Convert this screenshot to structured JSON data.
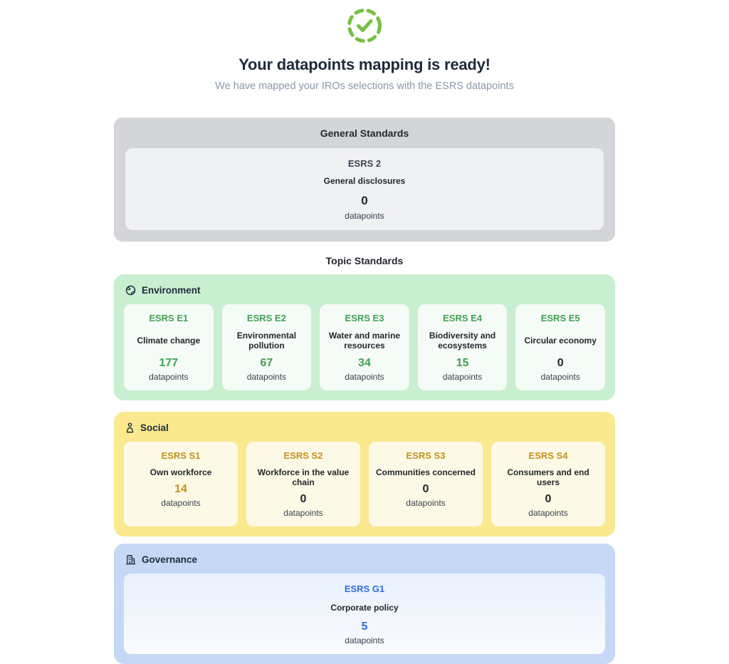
{
  "header": {
    "title": "Your datapoints mapping is ready!",
    "subtitle": "We have mapped your IROs selections with the ESRS datapoints"
  },
  "general": {
    "title": "General Standards",
    "card": {
      "code": "ESRS 2",
      "name": "General disclosures",
      "count": "0",
      "unit": "datapoints"
    }
  },
  "topic": {
    "title": "Topic Standards",
    "sections": [
      {
        "label": "Environment",
        "icon": "globe-icon",
        "cards": [
          {
            "code": "ESRS E1",
            "name": "Climate change",
            "count": "177",
            "unit": "datapoints"
          },
          {
            "code": "ESRS E2",
            "name": "Environmental pollution",
            "count": "67",
            "unit": "datapoints"
          },
          {
            "code": "ESRS E3",
            "name": "Water and marine resources",
            "count": "34",
            "unit": "datapoints"
          },
          {
            "code": "ESRS E4",
            "name": "Biodiversity and ecosystems",
            "count": "15",
            "unit": "datapoints"
          },
          {
            "code": "ESRS E5",
            "name": "Circular economy",
            "count": "0",
            "unit": "datapoints"
          }
        ]
      },
      {
        "label": "Social",
        "icon": "person-icon",
        "cards": [
          {
            "code": "ESRS S1",
            "name": "Own workforce",
            "count": "14",
            "unit": "datapoints"
          },
          {
            "code": "ESRS S2",
            "name": "Workforce in the value chain",
            "count": "0",
            "unit": "datapoints"
          },
          {
            "code": "ESRS S3",
            "name": "Communities concerned",
            "count": "0",
            "unit": "datapoints"
          },
          {
            "code": "ESRS S4",
            "name": "Consumers and end users",
            "count": "0",
            "unit": "datapoints"
          }
        ]
      },
      {
        "label": "Governance",
        "icon": "building-icon",
        "cards": [
          {
            "code": "ESRS G1",
            "name": "Corporate policy",
            "count": "5",
            "unit": "datapoints"
          }
        ]
      }
    ]
  },
  "colors": {
    "success_green": "#76c043",
    "environment_green": "#41a152",
    "social_amber": "#c4911c",
    "governance_blue": "#2e6be4",
    "dark_text": "#1e2a3b"
  }
}
